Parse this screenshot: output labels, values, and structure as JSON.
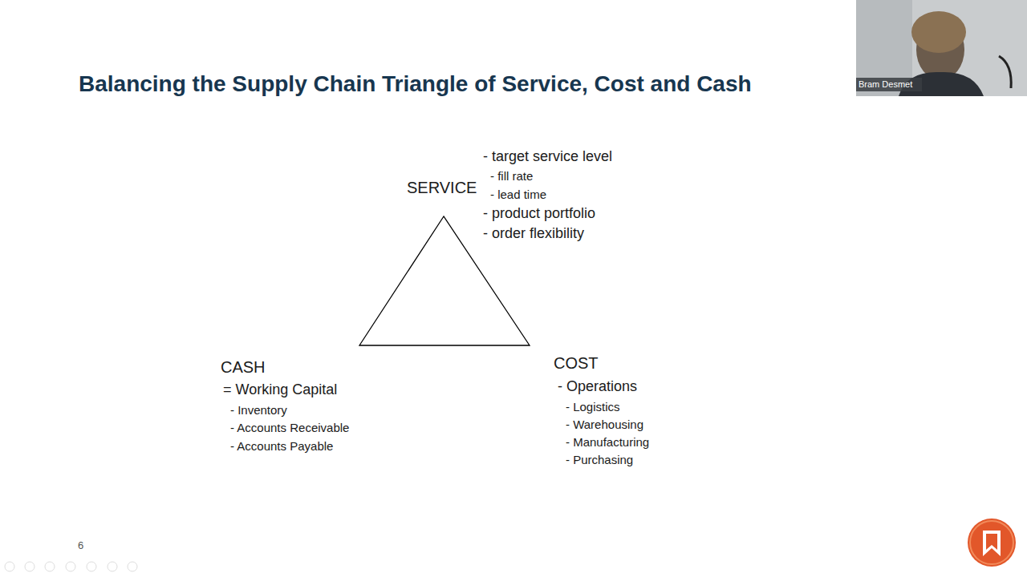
{
  "diagram": {
    "title": "Balancing the Supply Chain Triangle of Service, Cost and Cash",
    "labels": [
      "SERVICE",
      "- target service level",
      "- fill rate",
      "- lead time",
      "- product portfolio",
      "- order flexibility",
      "CASH",
      "= Working Capital",
      "- Inventory",
      "- Accounts Receivable",
      "- Accounts Payable",
      "COST",
      "- Operations",
      "- Logistics",
      "- Warehousing",
      "- Manufacturing",
      "- Purchasing",
      "6",
      "Bram Desmet"
    ]
  }
}
